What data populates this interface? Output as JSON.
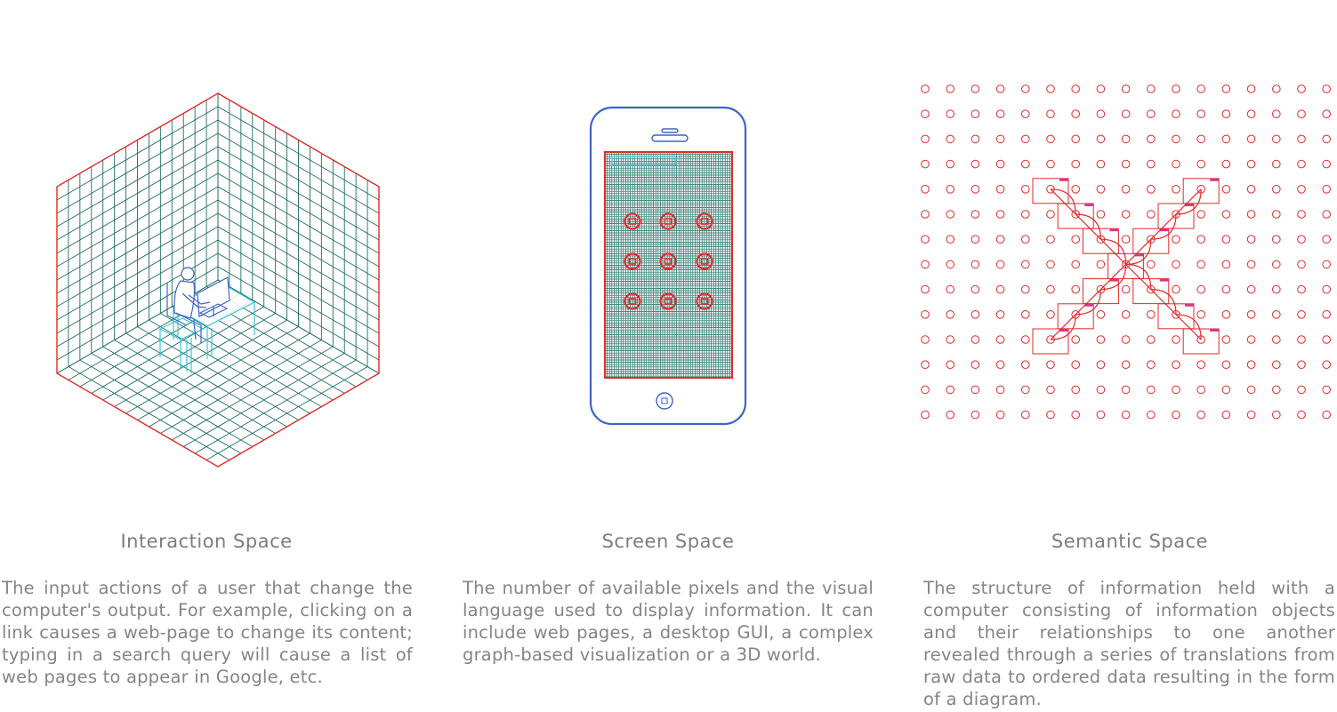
{
  "panels": [
    {
      "id": "interaction",
      "title": "Interaction Space",
      "description": "The input actions of a user that change the computer's output. For example, clicking on a link causes a web-page to change its content; typing in a search query will cause a list of web pages to appear in Google, etc.",
      "illustration": "isometric-room-with-seated-user"
    },
    {
      "id": "screen",
      "title": "Screen Space",
      "description": "The number of available pixels and the visual language used to display information. It can include web pages, a desktop GUI, a complex graph-based visualization or a 3D world.",
      "illustration": "smartphone-pixel-grid"
    },
    {
      "id": "semantic",
      "title": "Semantic Space",
      "description": "The structure of information held with a computer consisting of information objects and their relationships to one another revealed through a series of translations from raw data to ordered data resulting in the form of a diagram.",
      "illustration": "dot-grid-with-linked-objects"
    }
  ],
  "colors": {
    "grid_green": "#1f6e62",
    "accent_red": "#e32a2a",
    "outline_blue": "#3d64c4",
    "cyan": "#36c8d8",
    "text_gray": "#858585"
  }
}
